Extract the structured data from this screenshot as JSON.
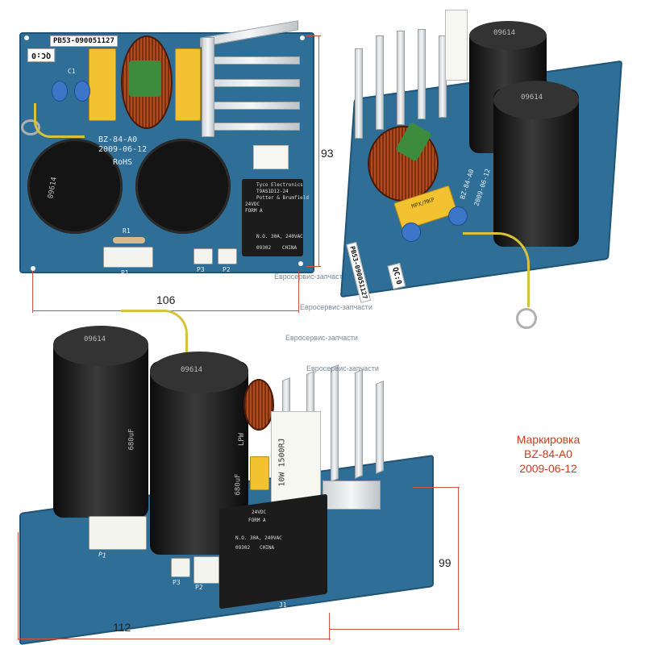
{
  "dimensions": {
    "top_height": "93",
    "top_width": "106",
    "bottom_height": "99",
    "bottom_width": "112"
  },
  "watermark": "Евросервис-запчасти",
  "marking": {
    "line1": "Маркировка",
    "line2": "BZ-84-A0",
    "line3": "2009-06-12"
  },
  "board_top": {
    "barcode": "PB53-090051127",
    "qc_sticker": "QC:0",
    "model": "BZ-84-A0",
    "date": "2009-06-12",
    "rohs": "RoHS",
    "cap_brand": "09614",
    "relay_brand": "Tyco Electronics",
    "relay_model": "T9AS1D12-24",
    "relay_sub": "Potter & Brumfield",
    "relay_voltage": "24VDC",
    "relay_form": "FORM A",
    "relay_rating": "N.O. 30A, 240VAC",
    "relay_code": "09302",
    "relay_country": "CHINA",
    "label_p1": "P1",
    "label_p2": "P2",
    "label_p3": "P3",
    "label_r1": "R1",
    "label_c1": "C1"
  },
  "board_right": {
    "qc_sticker": "QC:0",
    "barcode": "PB53-090051127",
    "cap_brand": "09614",
    "xcap_label": "MPX/MKP",
    "model": "BZ-84-A0",
    "date": "2009-06-12"
  },
  "board_bottom": {
    "cap_label_1": "LPW",
    "cap_label_2": "680uF",
    "cap_brand": "09614",
    "resistor_label": "10W 1500RJ",
    "relay_voltage": "24VDC",
    "relay_form": "FORM A",
    "relay_rating": "N.O. 30A, 240VAC",
    "relay_code": "09302",
    "relay_country": "CHINA",
    "label_p1": "P1",
    "label_p2": "P2",
    "label_p3": "P3",
    "label_j1": "J1"
  }
}
